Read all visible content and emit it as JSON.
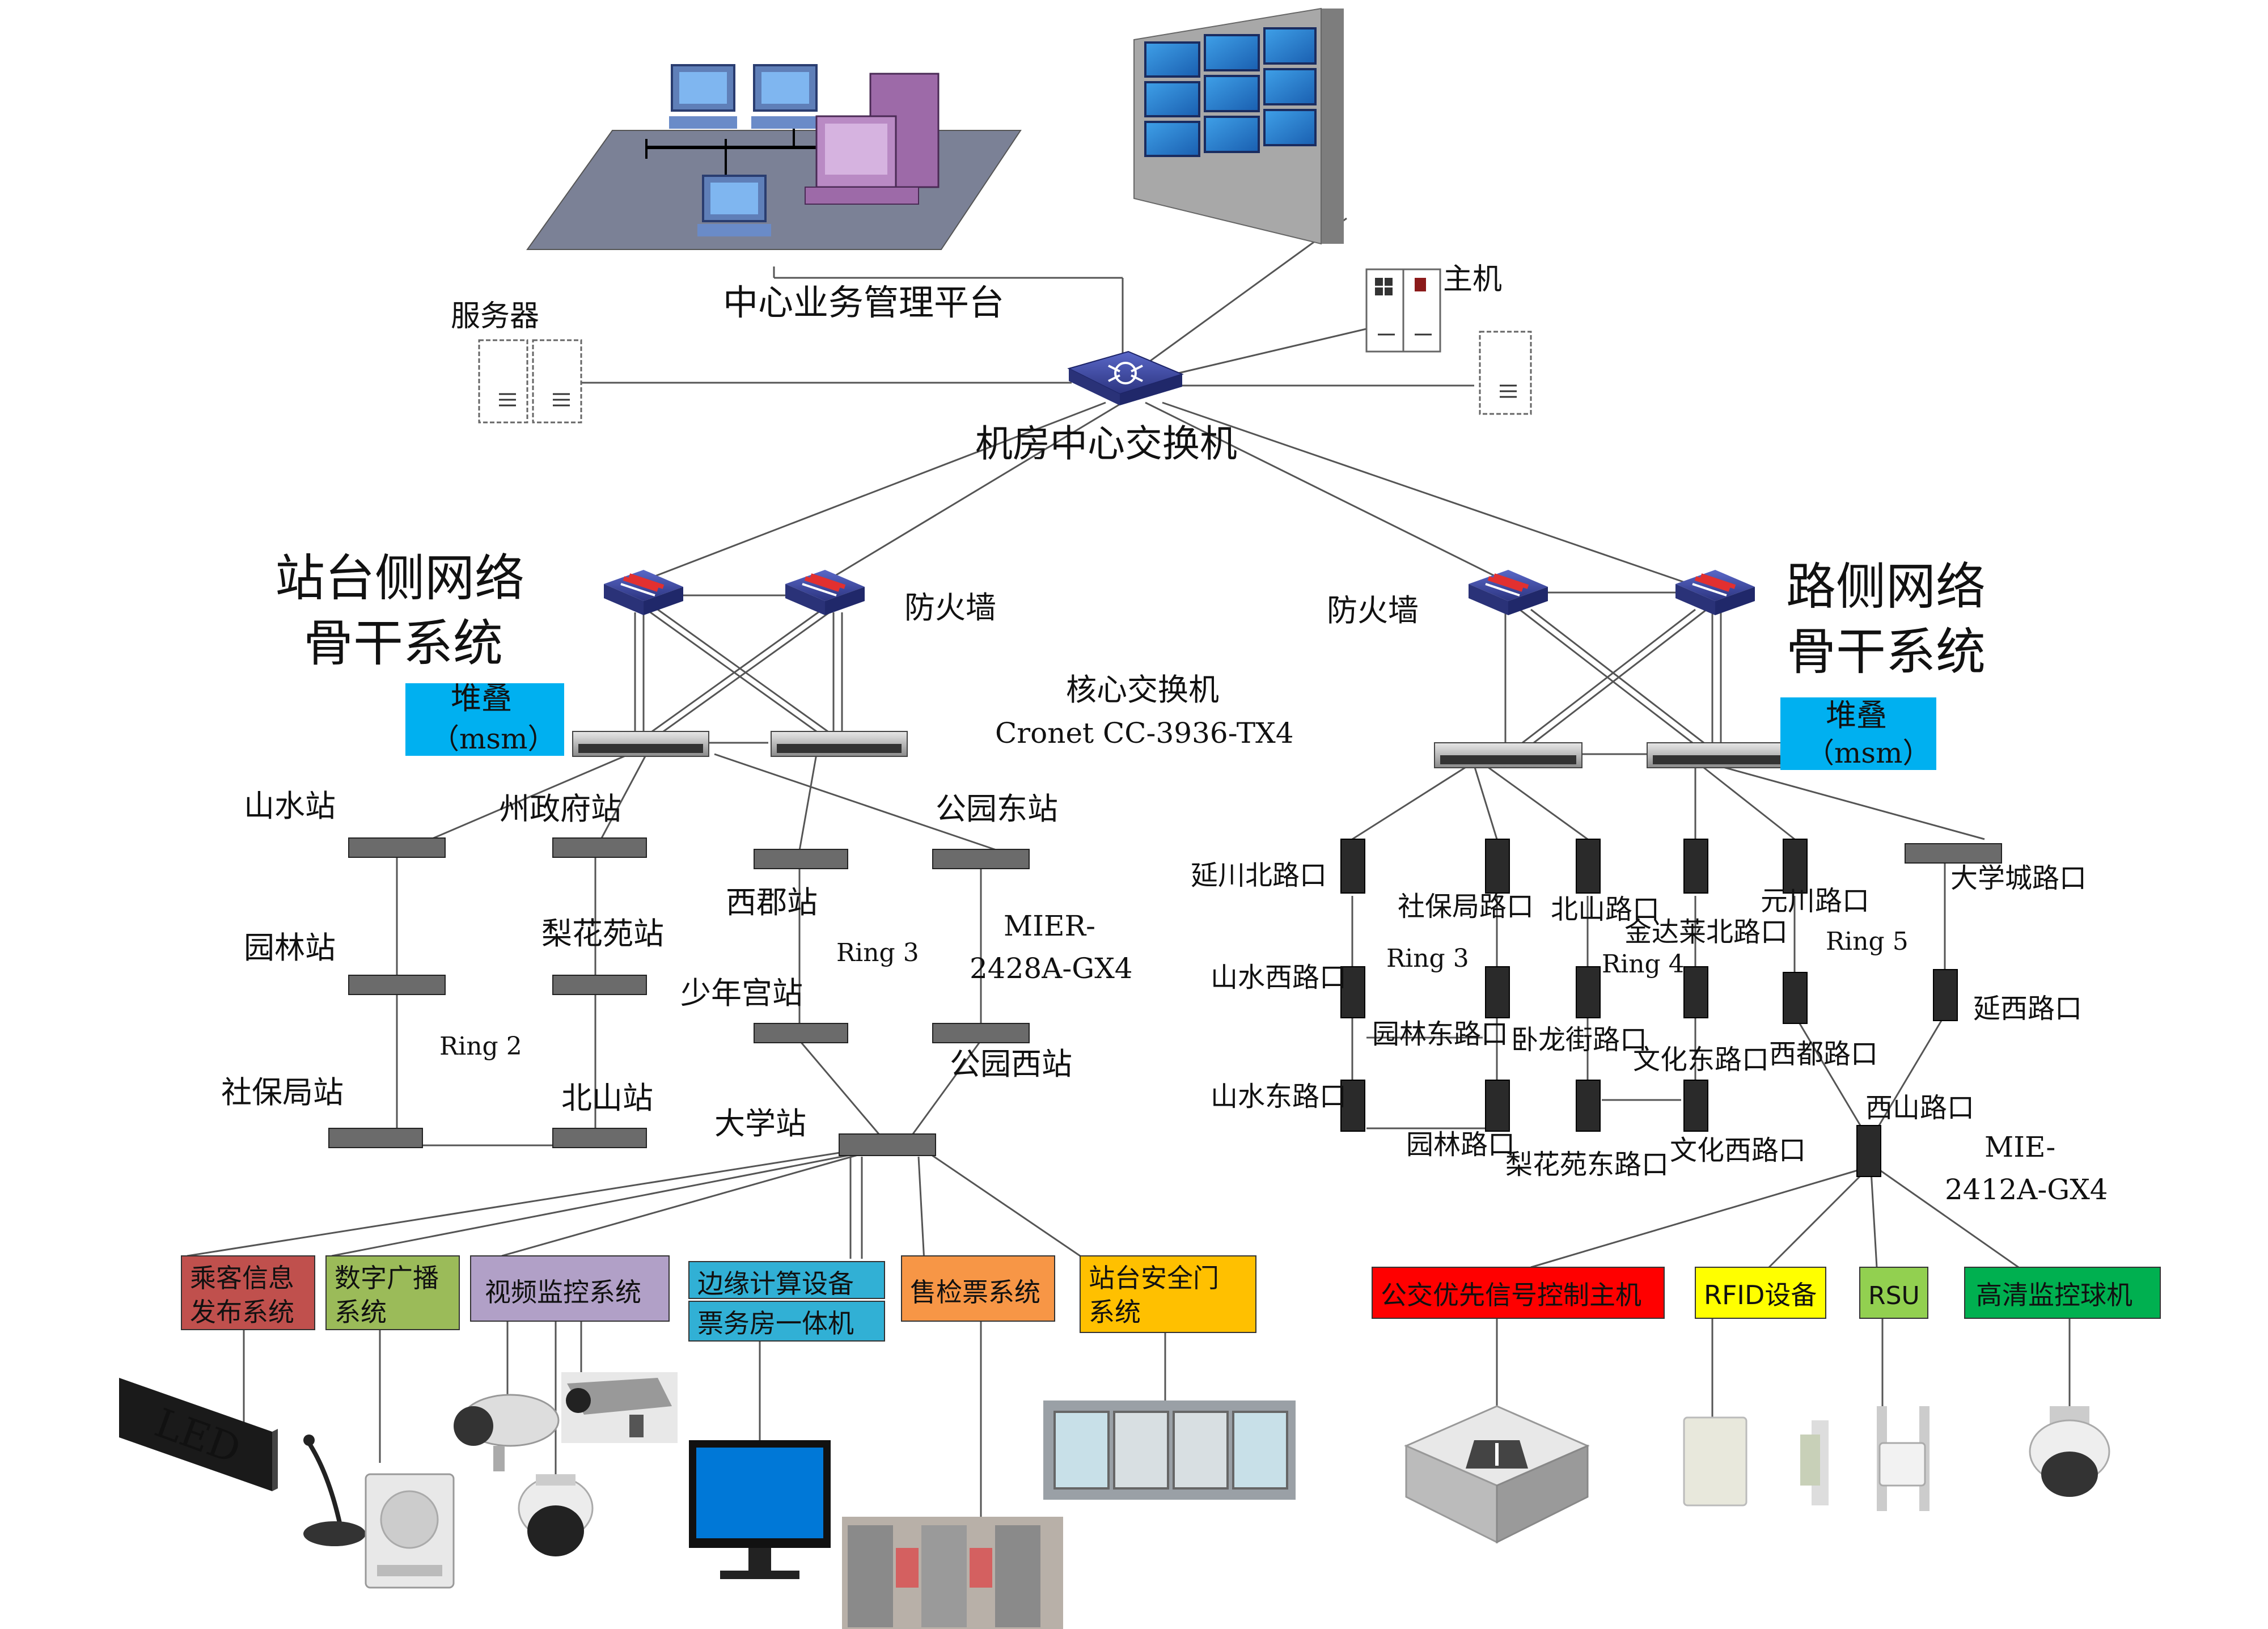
{
  "labels": {
    "center_platform": "中心业务管理平台",
    "server": "服务器",
    "host": "主机",
    "core_room_switch": "机房中心交换机",
    "station_backbone_1": "站台侧网络",
    "station_backbone_2": "骨干系统",
    "road_backbone_1": "路侧网络",
    "road_backbone_2": "骨干系统",
    "firewall_left": "防火墙",
    "firewall_right": "防火墙",
    "core_switch_1": "核心交换机",
    "core_switch_2": "Cronet CC-3936-TX4",
    "stack_left_1": "堆叠",
    "stack_left_2": "（msm）",
    "stack_right_1": "堆叠",
    "stack_right_2": "（msm）"
  },
  "stations": {
    "shanshui": "山水站",
    "zhouzhengfu": "州政府站",
    "gongyuandong": "公园东站",
    "xijun": "西郡站",
    "yuanlin": "园林站",
    "lihuayuan": "梨花苑站",
    "shaonian": "少年宫站",
    "shebaoju": "社保局站",
    "beishan": "北山站",
    "gongyuanxi": "公园西站",
    "daxue": "大学站",
    "ring2": "Ring 2",
    "ring3": "Ring 3",
    "mier_1": "MIER-",
    "mier_2": "2428A-GX4"
  },
  "roads": {
    "yanchuanbei": "延川北路口",
    "shebaojulu": "社保局路口",
    "beishanlu": "北山路口",
    "jindalai": "金达莱北路口",
    "yuanchuan": "元川路口",
    "daxuecheng": "大学城路口",
    "shanshuixi": "山水西路口",
    "ring3": "Ring 3",
    "ring4": "Ring 4",
    "ring5": "Ring 5",
    "yuanlindong": "园林东路口",
    "wolongjie": "卧龙街路口",
    "wenhuadong": "文化东路口",
    "xidu": "西都路口",
    "yanxi": "延西路口",
    "shanshuidong": "山水东路口",
    "yuanlinlu": "园林路口",
    "lihuayuandong": "梨花苑东路口",
    "wenhuaxi": "文化西路口",
    "xishan": "西山路口",
    "mie_1": "MIE-",
    "mie_2": "2412A-GX4"
  },
  "systems": {
    "passenger_1": "乘客信息",
    "passenger_2": "发布系统",
    "broadcast_1": "数字广播",
    "broadcast_2": "系统",
    "video": "视频监控系统",
    "edge": "边缘计算设备",
    "ticket_office": "票务房一体机",
    "ticketing": "售检票系统",
    "door_1": "站台安全门",
    "door_2": "系统",
    "bus_signal": "公交优先信号控制主机",
    "rfid": "RFID设备",
    "rsu": "RSU",
    "hd_camera": "高清监控球机",
    "led": "LED"
  },
  "colors": {
    "passenger": "#c0504d",
    "broadcast": "#9bbb59",
    "video": "#b1a0c7",
    "edge": "#31b0d5",
    "ticketing": "#f79646",
    "door": "#ffc000",
    "bus_signal": "#ff0000",
    "rfid": "#ffff00",
    "rsu": "#92d050",
    "hd_camera": "#00b050",
    "stack": "#00b0f0",
    "switch_blue": "#3c46a0"
  }
}
